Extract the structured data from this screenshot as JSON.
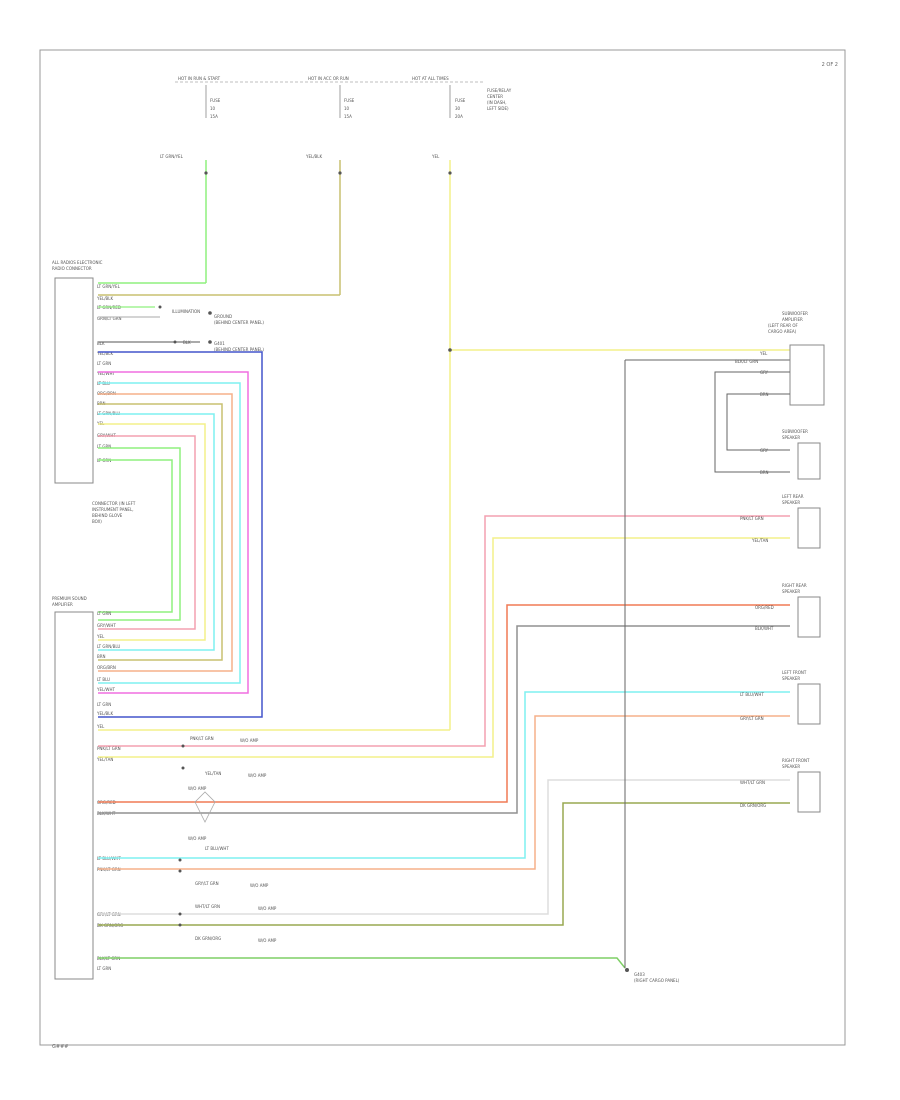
{
  "page_id": "2 OF 2",
  "figure_code": "G###",
  "power_sources": [
    {
      "label": "HOT IN RUN & START",
      "fuse": [
        "FUSE",
        "10",
        "15A"
      ],
      "wire_text": "LT GRN/YEL"
    },
    {
      "label": "HOT IN ACC OR RUN",
      "fuse": [
        "FUSE",
        "10",
        "15A"
      ],
      "wire_text": "YEL/BLK"
    },
    {
      "label": "HOT AT ALL TIMES",
      "fuse": [
        "FUSE",
        "30",
        "20A"
      ],
      "wire_text": "YEL"
    }
  ],
  "fuse_box_note": [
    "FUSE/RELAY",
    "CENTER",
    "(IN DASH,",
    "LEFT SIDE)"
  ],
  "radio_connector": {
    "title": [
      "ALL RADIOS ELECTRONIC",
      "RADIO CONNECTOR"
    ],
    "pins": [
      "LT GRN/YEL",
      "YEL/BLK",
      "LT GRN/RED",
      "GRN/LT GRN",
      "BLK",
      "YEL/BLK",
      "LT GRN",
      "YEL/WHT",
      "LT BLU",
      "ORG/BRN",
      "BRN",
      "LT GRN/BLU",
      "YEL",
      "GRY/WHT",
      "LT GRN",
      "LT GRN"
    ]
  },
  "illum_ground": [
    "ILLUMINATION",
    "GROUND",
    "(BEHIND CENTER PANEL)"
  ],
  "g401": [
    "G401",
    "(BEHIND CENTER PANEL)"
  ],
  "blk_note": "BLK",
  "connector_note": [
    "CONNECTOR (IN LEFT",
    "INSTRUMENT PANEL,",
    "BEHIND GLOVE",
    "BOX)"
  ],
  "amp": {
    "title": [
      "PREMIUM SOUND",
      "AMPLIFIER"
    ],
    "pins": [
      "LT GRN",
      "GRY/WHT",
      "YEL",
      "LT GRN/BLU",
      "BRN",
      "ORG/BRN",
      "LT BLU",
      "YEL/WHT",
      "LT GRN",
      "YEL/BLK",
      "YEL",
      "PNK/LT GRN",
      "YEL/TAN",
      "ORG/RED",
      "BLK/WHT",
      "LT BLU/WHT",
      "PNK/LT GRN",
      "GRY/LT GRN",
      "DK GRN/ORG",
      "BLK/LT GRN",
      "LT GRN"
    ]
  },
  "subwoofer_amp": {
    "title": [
      "SUBWOOFER",
      "AMPLIFIER",
      "(LEFT REAR OF",
      "CARGO AREA)"
    ],
    "pins": [
      "YEL",
      "BLK/LT GRN",
      "GRY",
      "BRN"
    ]
  },
  "subwoofer_speaker": {
    "title": [
      "SUBWOOFER",
      "SPEAKER"
    ],
    "pins": [
      "GRY",
      "BRN"
    ]
  },
  "speakers": [
    {
      "title": [
        "LEFT REAR",
        "SPEAKER"
      ],
      "pins": [
        "PNK/LT GRN",
        "YEL/TAN"
      ]
    },
    {
      "title": [
        "RIGHT REAR",
        "SPEAKER"
      ],
      "pins": [
        "ORG/RED",
        "BLK/WHT"
      ]
    },
    {
      "title": [
        "LEFT FRONT",
        "SPEAKER"
      ],
      "pins": [
        "LT BLU/WHT",
        "GRY/LT GRN"
      ]
    },
    {
      "title": [
        "RIGHT FRONT",
        "SPEAKER"
      ],
      "pins": [
        "WHT/LT GRN",
        "DK GRN/ORG"
      ]
    }
  ],
  "splices": [
    {
      "wire": "PNK/LT GRN",
      "note": "W/O AMP"
    },
    {
      "wire": "YEL/TAN",
      "note": "W/O AMP"
    },
    {
      "wire": "ORG/RED",
      "note": "W/O AMP"
    },
    {
      "wire": "LT BLU/WHT",
      "note": "W/O AMP"
    },
    {
      "wire": "GRY/LT GRN",
      "note": "W/O AMP"
    },
    {
      "wire": "WHT/LT GRN",
      "note": "W/O AMP"
    },
    {
      "wire": "DK GRN/ORG",
      "note": "W/O AMP"
    }
  ],
  "ground_g403": [
    "G403",
    "(RIGHT CARGO PANEL)"
  ],
  "colors": {
    "lt_grn": "#8ff07e",
    "yel": "#f4f08a",
    "olive": "#c8c070",
    "blue": "#4455cc",
    "magenta": "#f06ee0",
    "pink": "#f3a0b0",
    "cyan": "#7ff0f0",
    "orange": "#f5b08a",
    "org_red": "#f07a55",
    "brown": "#b89870",
    "green": "#7ecf66",
    "dk_grn": "#98a850",
    "gray": "#909090",
    "black": "#444444"
  }
}
